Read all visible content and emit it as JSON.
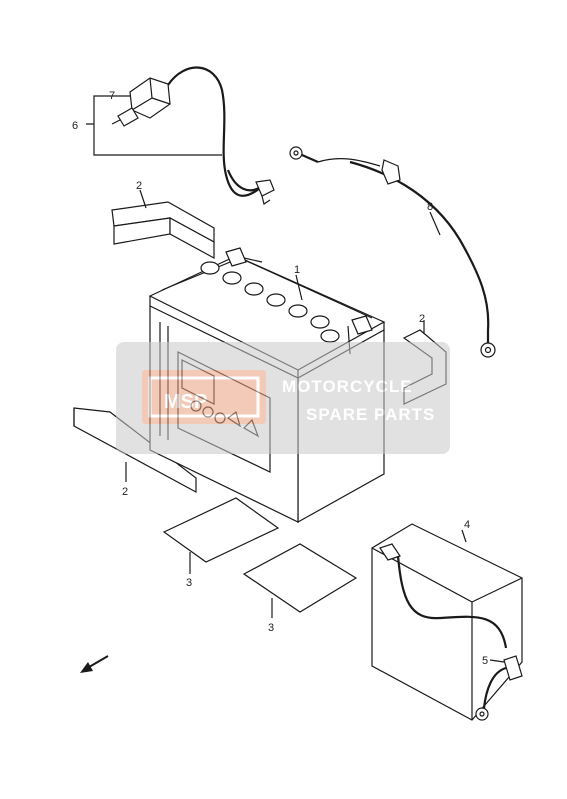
{
  "callouts": {
    "c1": "1",
    "c2a": "2",
    "c2b": "2",
    "c2c": "2",
    "c3a": "3",
    "c3b": "3",
    "c4": "4",
    "c5": "5",
    "c6": "6",
    "c7": "7",
    "c8": "8"
  },
  "watermark": {
    "line1": "MOTORCYCLE",
    "line2": "SPARE PARTS"
  },
  "colors": {
    "watermark_band": "#c9c9c9",
    "watermark_logo": "#e9a07e"
  }
}
